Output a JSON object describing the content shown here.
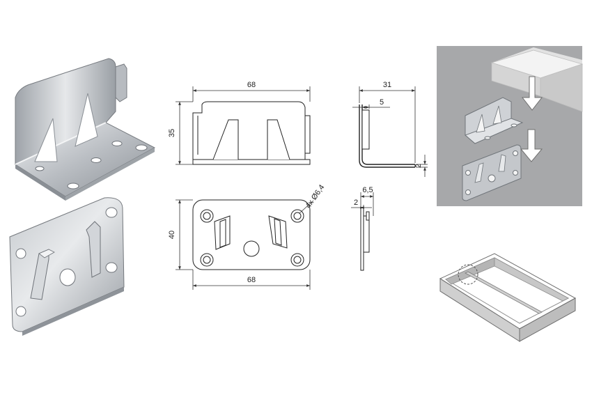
{
  "dimensions": {
    "front_width": "68",
    "front_height": "35",
    "side_depth": "31",
    "side_hook": "5",
    "side_thickness": "2",
    "plate_height": "40",
    "plate_width": "68",
    "plate_holes": "4x Ø6,4",
    "plate_side_depth": "6,5",
    "plate_side_thickness": "2"
  },
  "colors": {
    "metal_light": "#dfe1e4",
    "metal_mid": "#b4b8bd",
    "metal_dark": "#80858b",
    "scene_bg": "#a6a6a8",
    "wood_top": "#f1f1f1",
    "wood_side": "#d9d9d9"
  },
  "icons": {
    "arrow": "down-arrow-outline",
    "detail": "dashed-detail-circle"
  }
}
